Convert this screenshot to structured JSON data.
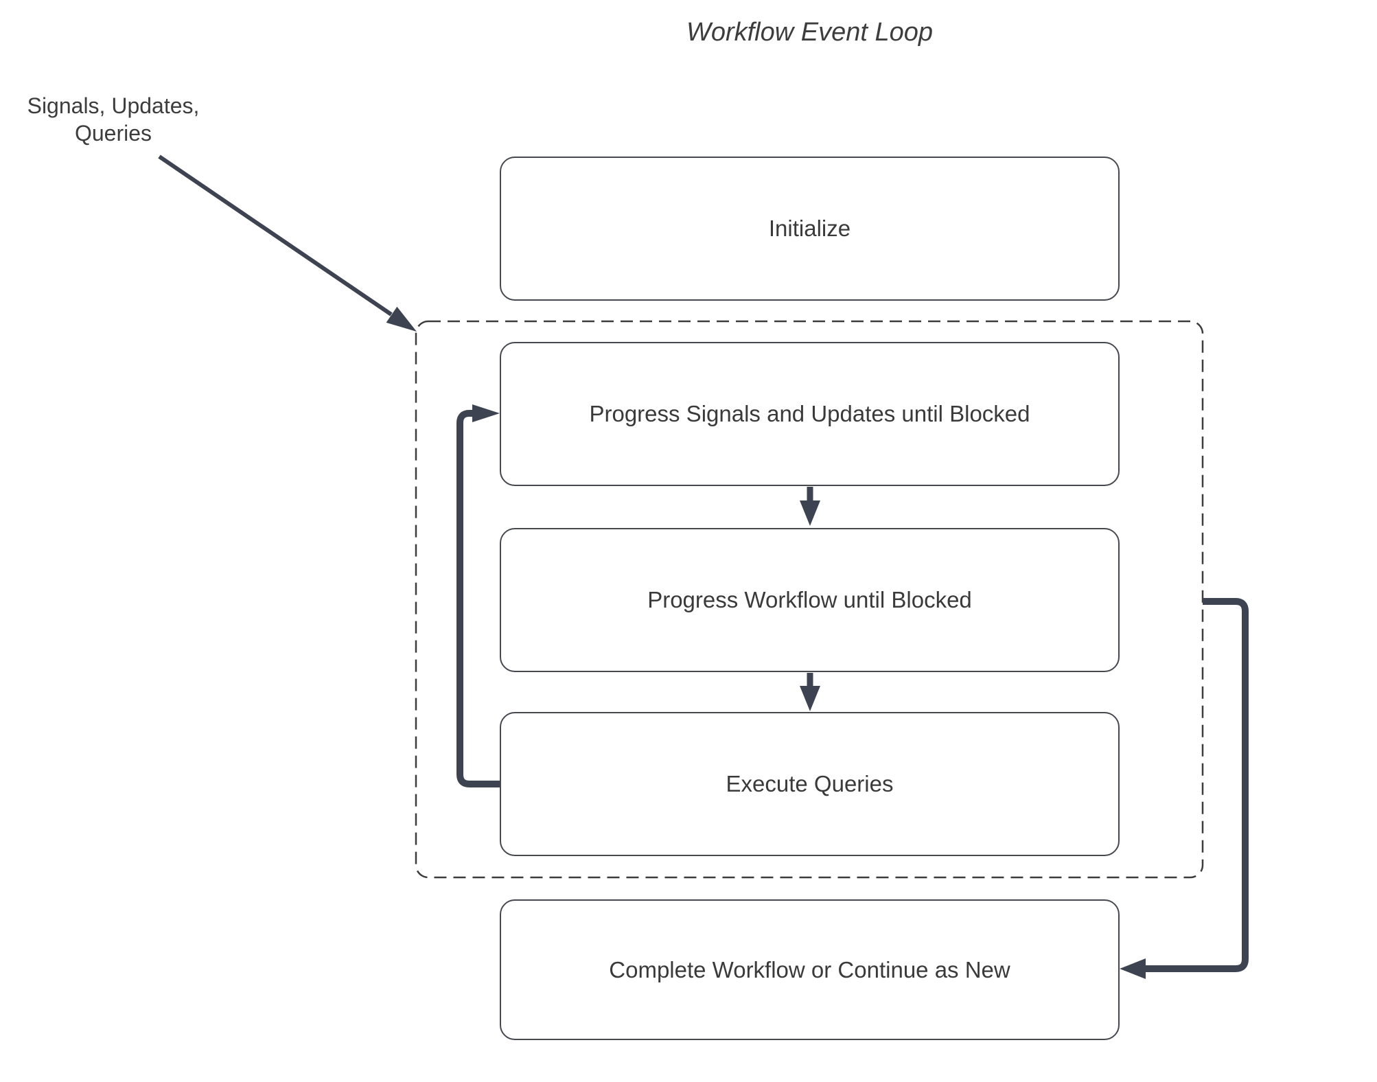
{
  "title": "Workflow Event Loop",
  "colors": {
    "background": "#ffffff",
    "text": "#3a3a3a",
    "box_border": "#45484f",
    "connector": "#3d4350",
    "dash_border": "#3c3c3c"
  },
  "external_input": {
    "line1": "Signals, Updates,",
    "line2": "Queries"
  },
  "nodes": {
    "initialize": {
      "label": "Initialize"
    },
    "progress_signals": {
      "label": "Progress Signals and Updates until Blocked"
    },
    "progress_workflow": {
      "label": "Progress Workflow until Blocked"
    },
    "execute_queries": {
      "label": "Execute Queries"
    },
    "complete": {
      "label": "Complete Workflow or Continue as New"
    }
  },
  "event_loop_group": {
    "contains": [
      "progress_signals",
      "progress_workflow",
      "execute_queries"
    ],
    "border_style": "dashed"
  },
  "edges": [
    {
      "from": "external_input",
      "to": "event_loop_group",
      "style": "thin-diagonal-arrow"
    },
    {
      "from": "progress_signals",
      "to": "progress_workflow",
      "style": "down-arrow"
    },
    {
      "from": "progress_workflow",
      "to": "execute_queries",
      "style": "down-arrow"
    },
    {
      "from": "execute_queries",
      "to": "progress_signals",
      "style": "loop-back-left"
    },
    {
      "from": "event_loop_group",
      "to": "complete",
      "style": "route-right-down"
    }
  ]
}
